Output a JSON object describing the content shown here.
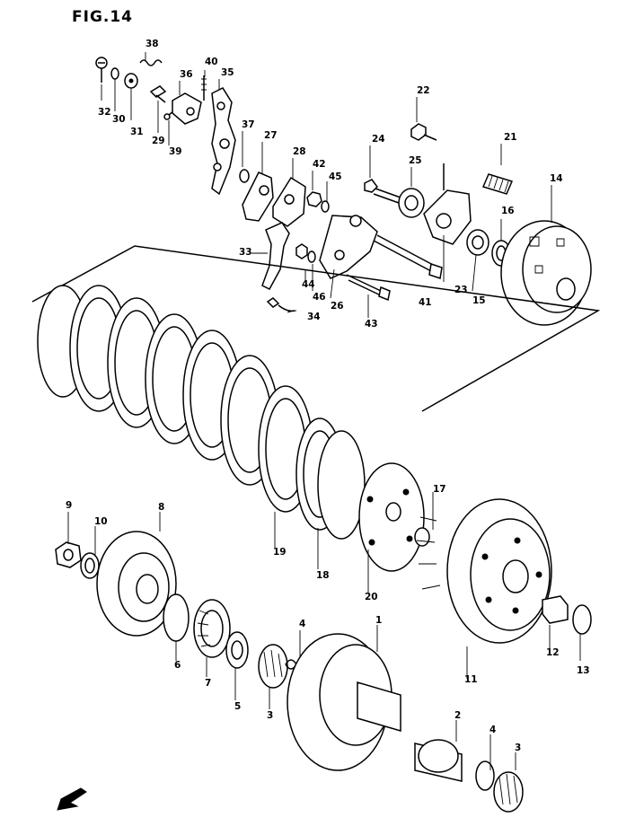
{
  "figure": {
    "title": "FIG.14"
  },
  "parts": [
    {
      "key": "p1",
      "label": "1"
    },
    {
      "key": "p2",
      "label": "2"
    },
    {
      "key": "p3a",
      "label": "3"
    },
    {
      "key": "p3b",
      "label": "3"
    },
    {
      "key": "p4a",
      "label": "4"
    },
    {
      "key": "p4b",
      "label": "4"
    },
    {
      "key": "p5",
      "label": "5"
    },
    {
      "key": "p6",
      "label": "6"
    },
    {
      "key": "p7",
      "label": "7"
    },
    {
      "key": "p8",
      "label": "8"
    },
    {
      "key": "p9",
      "label": "9"
    },
    {
      "key": "p10",
      "label": "10"
    },
    {
      "key": "p11",
      "label": "11"
    },
    {
      "key": "p12",
      "label": "12"
    },
    {
      "key": "p13",
      "label": "13"
    },
    {
      "key": "p14",
      "label": "14"
    },
    {
      "key": "p15",
      "label": "15"
    },
    {
      "key": "p16",
      "label": "16"
    },
    {
      "key": "p17",
      "label": "17"
    },
    {
      "key": "p18",
      "label": "18"
    },
    {
      "key": "p19",
      "label": "19"
    },
    {
      "key": "p20",
      "label": "20"
    },
    {
      "key": "p21",
      "label": "21"
    },
    {
      "key": "p22",
      "label": "22"
    },
    {
      "key": "p23",
      "label": "23"
    },
    {
      "key": "p24",
      "label": "24"
    },
    {
      "key": "p25",
      "label": "25"
    },
    {
      "key": "p26",
      "label": "26"
    },
    {
      "key": "p27",
      "label": "27"
    },
    {
      "key": "p28",
      "label": "28"
    },
    {
      "key": "p29",
      "label": "29"
    },
    {
      "key": "p30",
      "label": "30"
    },
    {
      "key": "p31",
      "label": "31"
    },
    {
      "key": "p32",
      "label": "32"
    },
    {
      "key": "p33",
      "label": "33"
    },
    {
      "key": "p34",
      "label": "34"
    },
    {
      "key": "p35",
      "label": "35"
    },
    {
      "key": "p36",
      "label": "36"
    },
    {
      "key": "p37",
      "label": "37"
    },
    {
      "key": "p38",
      "label": "38"
    },
    {
      "key": "p39",
      "label": "39"
    },
    {
      "key": "p40",
      "label": "40"
    },
    {
      "key": "p41",
      "label": "41"
    },
    {
      "key": "p42",
      "label": "42"
    },
    {
      "key": "p43",
      "label": "43"
    },
    {
      "key": "p44",
      "label": "44"
    },
    {
      "key": "p45",
      "label": "45"
    },
    {
      "key": "p46",
      "label": "46"
    }
  ],
  "icons": {
    "front_arrow": "front-arrow-icon"
  }
}
